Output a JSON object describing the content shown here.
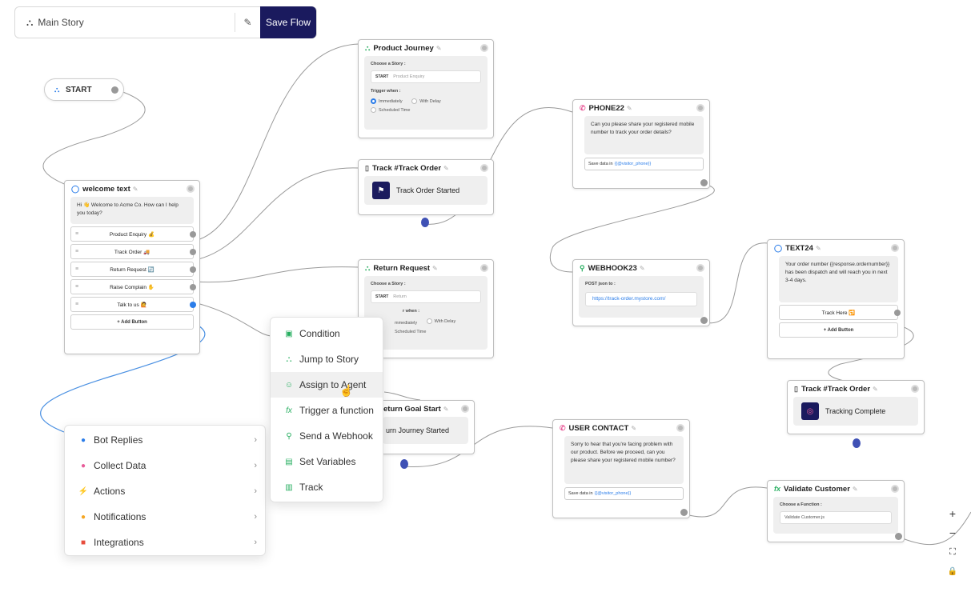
{
  "header": {
    "story_name": "Main Story",
    "save_label": "Save Flow"
  },
  "start": {
    "label": "START"
  },
  "welcome": {
    "title": "welcome text",
    "message": "Hi 👋 Welcome to Acme Co. How can I help you today?",
    "buttons": [
      "Product Enquiry 💰",
      "Track Order 🚚",
      "Return Request 🔄",
      "Raise Complain ✋",
      "Talk to us 🙋"
    ],
    "add_button": "+ Add Button"
  },
  "product_journey": {
    "title": "Product Journey",
    "choose_label": "Choose a Story :",
    "select_tag": "START",
    "select_value": "Product Enquiry",
    "trigger_label": "Trigger when :",
    "opt_immediately": "Immediately",
    "opt_delay": "With Delay",
    "opt_scheduled": "Scheduled Time"
  },
  "track_order": {
    "title": "Track #Track Order",
    "banner": "Track Order Started"
  },
  "return_request": {
    "title": "Return Request",
    "choose_label": "Choose a Story :",
    "select_tag": "START",
    "select_value": "Return",
    "trigger_label": "r when :",
    "opt_immediately": "mmediately",
    "opt_delay": "With Delay",
    "opt_scheduled": "Scheduled Time"
  },
  "return_goal": {
    "title": "eturn Goal Start",
    "banner": "urn Journey Started"
  },
  "phone22": {
    "title": "PHONE22",
    "message": "Can you please share your registered mobile number to track your order details?",
    "save_label": "Save data in",
    "save_var": "{{@visitor_phone}}"
  },
  "webhook23": {
    "title": "WEBHOOK23",
    "post_label": "POST json to :",
    "url": "https://track-order.mystore.com/"
  },
  "text24": {
    "title": "TEXT24",
    "message": "Your order number {{response.ordernumber}} has been dispatch and will reach you in next 3-4 days.",
    "button": "Track Here 🔁",
    "add_button": "+ Add Button"
  },
  "tracking_complete": {
    "title": "Track #Track Order",
    "banner": "Tracking Complete"
  },
  "user_contact": {
    "title": "USER CONTACT",
    "message": "Sorry to hear that you're facing problem with our product. Before we proceed, can you please share your registered mobile number?",
    "save_label": "Save data in",
    "save_var": "{{@visitor_phone}}"
  },
  "validate_customer": {
    "title": "Validate Customer",
    "choose_label": "Choose a Function :",
    "select_value": "Validate Customer.js"
  },
  "category_menu": {
    "items": [
      {
        "label": "Bot Replies",
        "icon": "bot-replies-icon",
        "color": "#2b7de9"
      },
      {
        "label": "Collect Data",
        "icon": "collect-data-icon",
        "color": "#e85d9a"
      },
      {
        "label": "Actions",
        "icon": "actions-icon",
        "color": "#27ae60"
      },
      {
        "label": "Notifications",
        "icon": "notifications-icon",
        "color": "#f5a623"
      },
      {
        "label": "Integrations",
        "icon": "integrations-icon",
        "color": "#e74c3c"
      }
    ]
  },
  "actions_menu": {
    "items": [
      {
        "label": "Condition",
        "icon": "condition-icon"
      },
      {
        "label": "Jump to Story",
        "icon": "jump-story-icon"
      },
      {
        "label": "Assign to Agent",
        "icon": "assign-agent-icon"
      },
      {
        "label": "Trigger a function",
        "icon": "function-icon"
      },
      {
        "label": "Send a Webhook",
        "icon": "webhook-icon"
      },
      {
        "label": "Set Variables",
        "icon": "variables-icon"
      },
      {
        "label": "Track",
        "icon": "track-icon"
      }
    ],
    "accent": "#27ae60"
  },
  "zoom_controls": {
    "zoom_in": "+",
    "zoom_out": "−",
    "fit": "⛶",
    "lock": "🔒"
  }
}
